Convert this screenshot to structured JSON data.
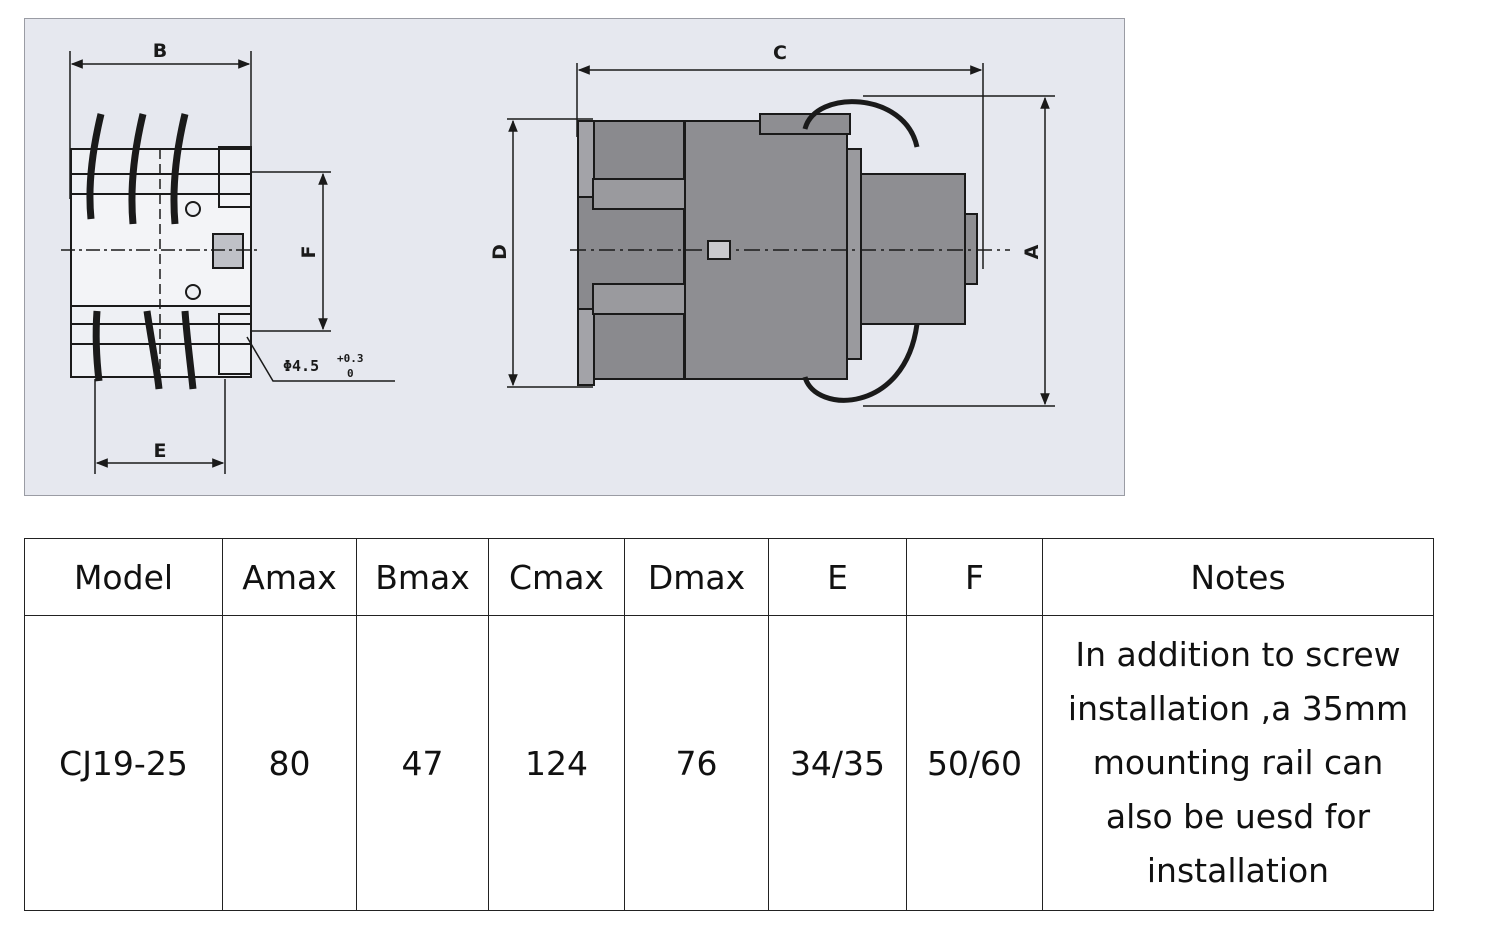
{
  "drawing": {
    "dimensions": {
      "a": "A",
      "b": "B",
      "c": "C",
      "d": "D",
      "e": "E",
      "f": "F",
      "hole": "Φ4.5",
      "tol_upper": "+0.3",
      "tol_lower": "0"
    }
  },
  "table": {
    "headers": [
      "Model",
      "Amax",
      "Bmax",
      "Cmax",
      "Dmax",
      "E",
      "F",
      "Notes"
    ],
    "row": {
      "model": "CJ19-25",
      "amax": "80",
      "bmax": "47",
      "cmax": "124",
      "dmax": "76",
      "e": "34/35",
      "f": "50/60",
      "notes_lines": [
        "In addition to screw",
        "installation ,a 35mm",
        "mounting rail can",
        "also be uesd for",
        "installation"
      ]
    }
  }
}
